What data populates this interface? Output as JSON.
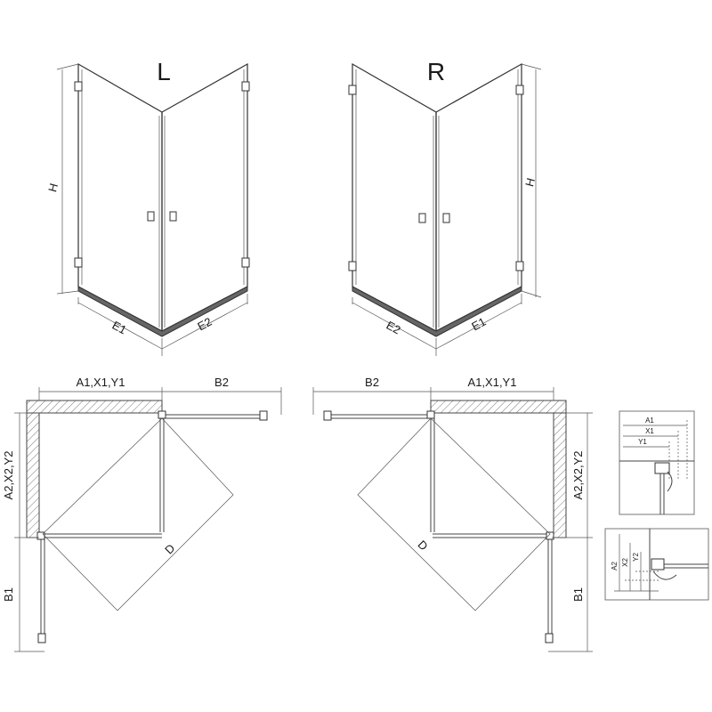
{
  "views": {
    "left_label": "L",
    "right_label": "R"
  },
  "dimensions": {
    "height": "H",
    "e1": "E1",
    "e2": "E2",
    "a_group": "A1,X1,Y1",
    "b2": "B2",
    "a2_group": "A2,X2,Y2",
    "b1": "B1",
    "diagonal": "D"
  },
  "details": {
    "a1": "A1",
    "x1": "X1",
    "y1": "Y1",
    "a2": "A2",
    "x2": "X2",
    "y2": "Y2"
  }
}
